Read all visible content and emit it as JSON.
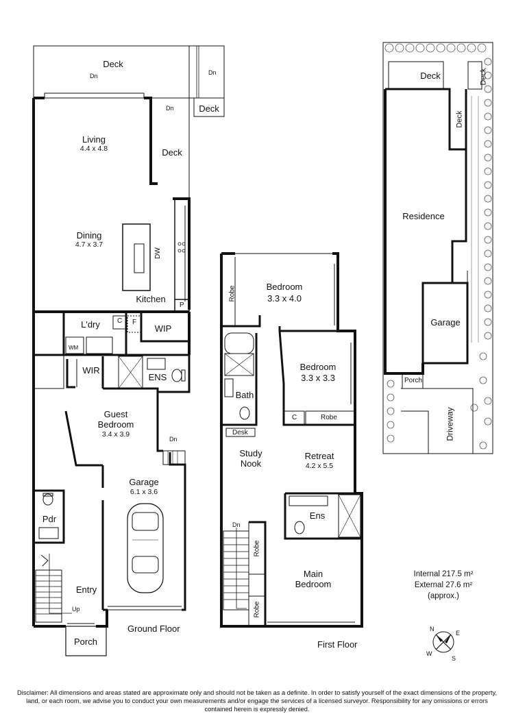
{
  "ground_floor": {
    "title": "Ground Floor",
    "rooms": {
      "deck_top": "Deck",
      "deck_corner": "Deck",
      "deck_side": "Deck",
      "living": {
        "name": "Living",
        "dim": "4.4 x 4.8"
      },
      "dining": {
        "name": "Dining",
        "dim": "4.7 x 3.7"
      },
      "kitchen": "Kitchen",
      "pantry": "P",
      "dw": "DW",
      "laundry": "L'dry",
      "cupboard": "C",
      "fridge": "F",
      "wip": "WIP",
      "wm": "WM",
      "wir": "WIR",
      "ens": "ENS",
      "guest_bedroom": {
        "name": "Guest\nBedroom",
        "dim": "3.4 x 3.9"
      },
      "garage": {
        "name": "Garage",
        "dim": "6.1 x 3.6"
      },
      "pdr": "Pdr",
      "entry": "Entry",
      "porch": "Porch"
    },
    "stairs": {
      "dn_1": "Dn",
      "dn_2": "Dn",
      "dn_3": "Dn",
      "dn_4": "Dn",
      "up": "Up"
    }
  },
  "first_floor": {
    "title": "First Floor",
    "rooms": {
      "bedroom_1": {
        "name": "Bedroom",
        "dim": "3.3 x 4.0"
      },
      "robe_1": "Robe",
      "bedroom_2": {
        "name": "Bedroom",
        "dim": "3.3 x 3.3"
      },
      "cupboard": "C",
      "robe_2": "Robe",
      "bath": "Bath",
      "desk": "Desk",
      "study_nook": "Study\nNook",
      "retreat": {
        "name": "Retreat",
        "dim": "4.2 x 5.5"
      },
      "ens": "Ens",
      "main_bedroom": "Main\nBedroom",
      "robe_3": "Robe",
      "robe_4": "Robe"
    },
    "stairs": {
      "dn": "Dn"
    }
  },
  "site_plan": {
    "deck_1": "Deck",
    "deck_2": "Deck",
    "deck_3": "Deck",
    "residence": "Residence",
    "garage": "Garage",
    "porch": "Porch",
    "driveway": "Driveway"
  },
  "areas": {
    "internal": "Internal 217.5 m²",
    "external": "External 27.6 m²",
    "note": "(approx.)"
  },
  "compass": {
    "n": "N",
    "e": "E",
    "s": "S",
    "w": "W"
  },
  "disclaimer": "Disclaimer: All dimensions and areas stated are approximate only and should not be taken as a definite. In order to satisfy yourself of the exact dimensions of the property, land, or each room, we advise you to conduct your own measurements and/or engage the services of a licensed surveyor. Responsibility for any omissions or errors contained herein is expressly denied."
}
